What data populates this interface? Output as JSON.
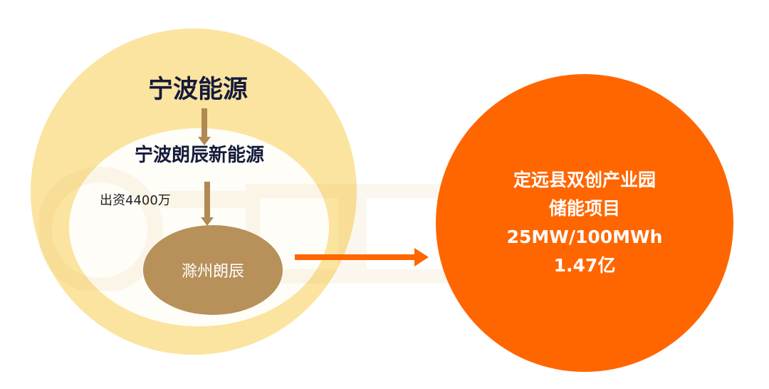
{
  "colors": {
    "outer_circle": "#fbe4a0",
    "inner_ellipse": "#fffdf8",
    "inner_company_fill": "#b8905a",
    "connector_brown": "#b08a52",
    "project_circle": "#ff6600",
    "project_arrow": "#ff6600"
  },
  "diagram": {
    "parent_company": "宁波能源",
    "subsidiary": "宁波朗辰新能源",
    "investment_label": "出资4400万",
    "invested_company": "滁州朗辰",
    "project": {
      "line1": "定远县双创产业园",
      "line2": "储能项目",
      "capacity": "25MW/100MWh",
      "amount": "1.47亿"
    }
  }
}
